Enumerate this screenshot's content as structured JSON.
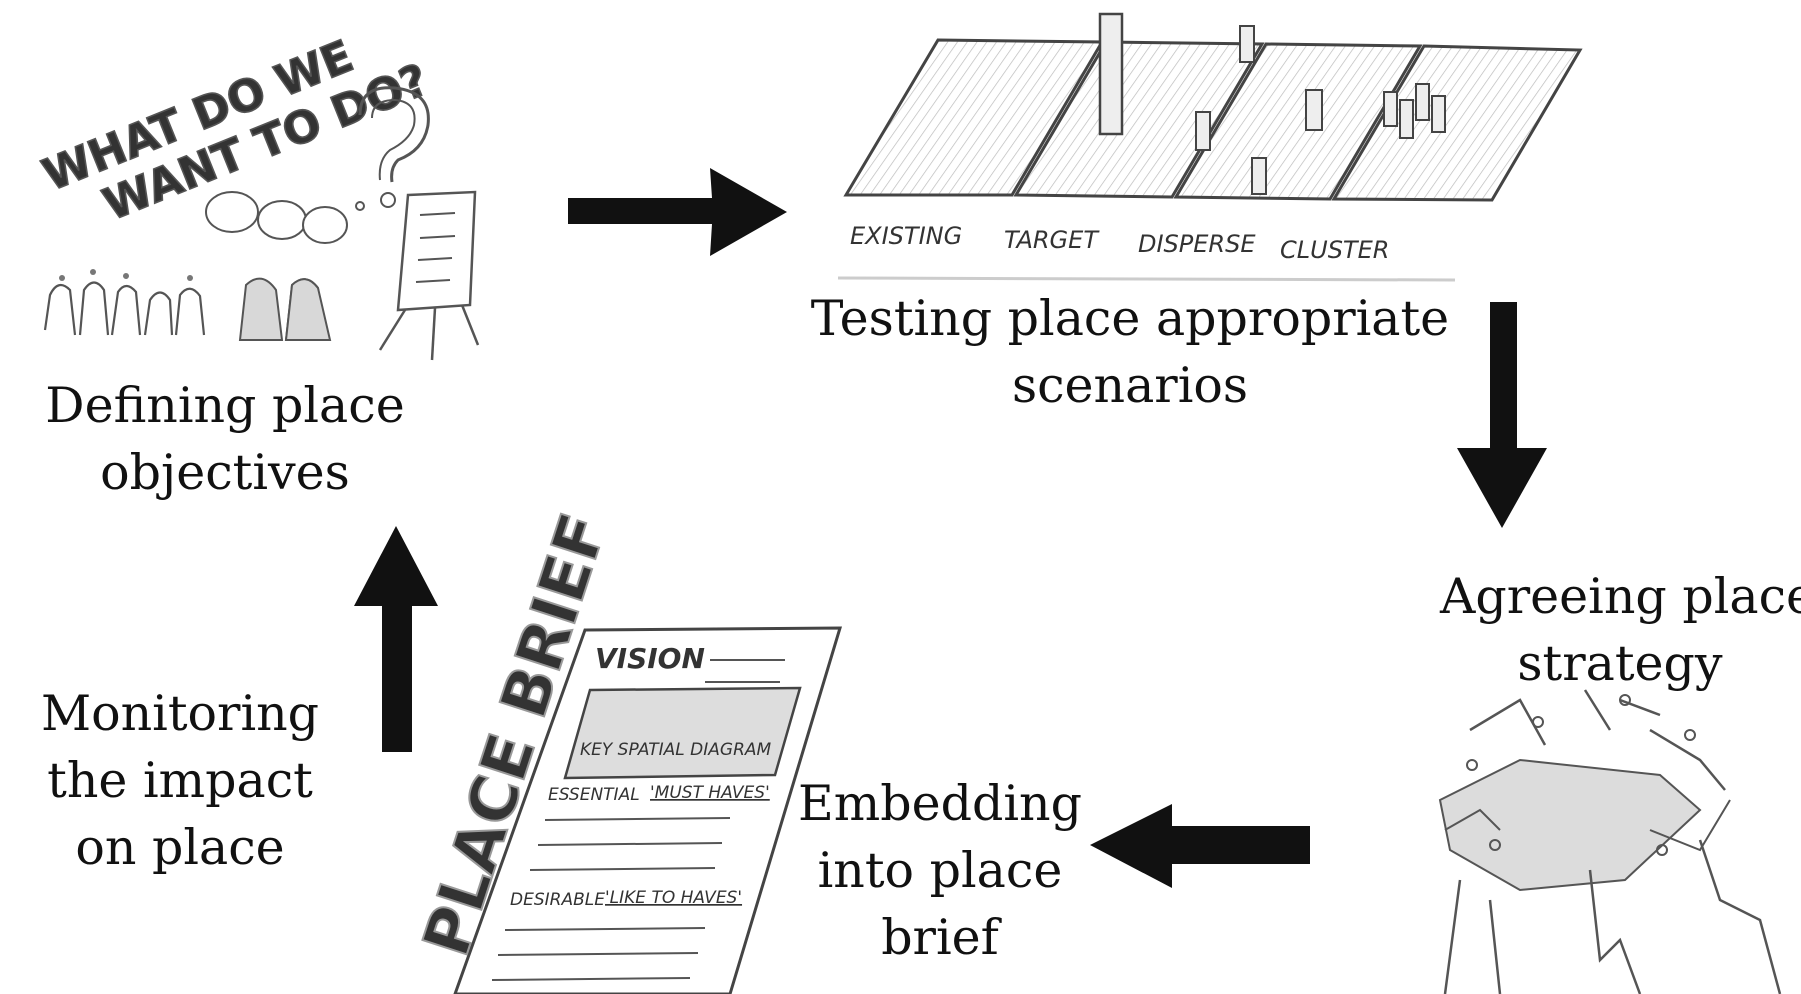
{
  "steps": {
    "define": {
      "lines": [
        "Defining place",
        "objectives"
      ]
    },
    "test": {
      "lines": [
        "Testing place appropriate",
        "scenarios"
      ]
    },
    "agree": {
      "lines": [
        "Agreeing place",
        "strategy"
      ]
    },
    "embed": {
      "lines": [
        "Embedding",
        "into place",
        "brief"
      ]
    },
    "monitor": {
      "lines": [
        "Monitoring",
        "the impact",
        "on place"
      ]
    }
  },
  "sketch_define": {
    "heading_line1": "WHAT DO WE",
    "heading_line2": "WANT TO DO?"
  },
  "sketch_test": {
    "panels": [
      "EXISTING",
      "TARGET",
      "DISPERSE",
      "CLUSTER"
    ]
  },
  "sketch_brief": {
    "title": "PLACE BRIEF",
    "vision": "VISION",
    "diagram": "KEY SPATIAL DIAGRAM",
    "essential": "ESSENTIAL",
    "must_haves": "'MUST HAVES'",
    "desirable": "DESIRABLE",
    "like_to_haves": "'LIKE TO HAVES'"
  },
  "colors": {
    "arrow": "#111111",
    "sketch_line": "#444444",
    "sketch_fill": "#e6e6e6"
  },
  "icons": [
    "arrow-right-icon",
    "arrow-down-icon",
    "arrow-left-icon",
    "arrow-up-icon"
  ]
}
